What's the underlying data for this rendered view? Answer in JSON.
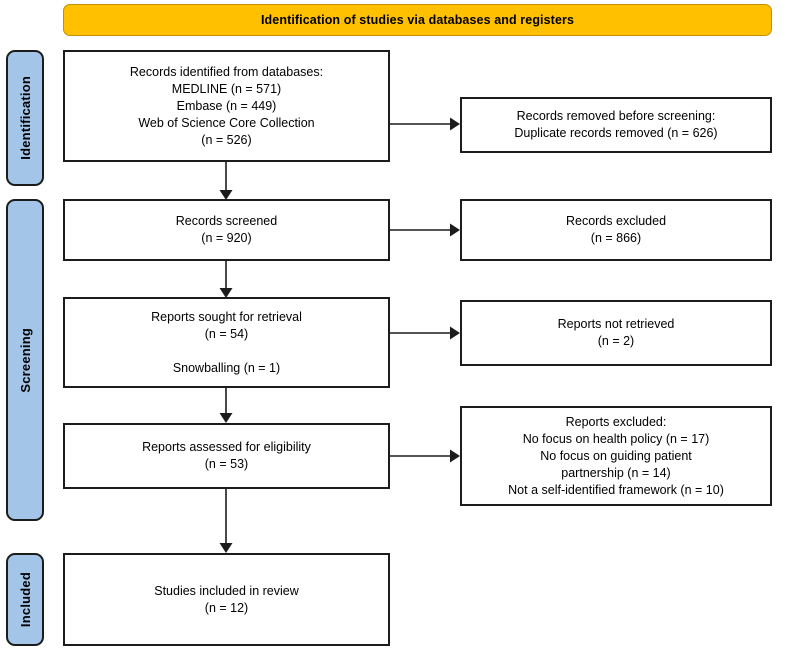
{
  "banner": {
    "title": "Identification of studies via databases and registers"
  },
  "colors": {
    "banner_bg": "#FFC000",
    "stage_bg": "#A3C5E8",
    "box_border": "#1C1C1C",
    "box_bg": "#FFFFFF",
    "text": "#000000"
  },
  "stages": [
    {
      "id": "identification",
      "label": "Identification"
    },
    {
      "id": "screening",
      "label": "Screening"
    },
    {
      "id": "included",
      "label": "Included"
    }
  ],
  "boxes": {
    "records_identified": {
      "text": "Records identified from databases:\nMEDLINE (n = 571)\nEmbase (n = 449)\nWeb of Science Core Collection\n(n = 526)"
    },
    "records_removed": {
      "text": "Records removed before screening:\nDuplicate records removed (n = 626)"
    },
    "records_screened": {
      "text": "Records screened\n(n = 920)"
    },
    "records_excluded": {
      "text": "Records excluded\n(n = 866)"
    },
    "reports_sought": {
      "text": "Reports sought for retrieval\n(n = 54)\n\nSnowballing (n = 1)"
    },
    "reports_not_retrieved": {
      "text": "Reports not retrieved\n(n = 2)"
    },
    "reports_assessed": {
      "text": "Reports assessed for eligibility\n(n = 53)"
    },
    "reports_excluded": {
      "text": "Reports excluded:\nNo focus on health policy (n = 17)\nNo focus on guiding patient\npartnership (n = 14)\nNot a self-identified framework (n = 10)"
    },
    "studies_included": {
      "text": "Studies included in review\n(n = 12)"
    }
  },
  "flow_data": {
    "type": "prisma-flow",
    "title": "Identification of studies via databases and registers",
    "counts": {
      "medline": 571,
      "embase": 449,
      "web_of_science_core_collection": 526,
      "duplicate_records_removed": 626,
      "records_screened": 920,
      "records_excluded": 866,
      "reports_sought_for_retrieval": 54,
      "snowballing": 1,
      "reports_not_retrieved": 2,
      "reports_assessed_for_eligibility": 53,
      "excluded_no_focus_health_policy": 17,
      "excluded_no_focus_guiding_patient_partnership": 14,
      "excluded_not_self_identified_framework": 10,
      "studies_included_in_review": 12
    }
  }
}
